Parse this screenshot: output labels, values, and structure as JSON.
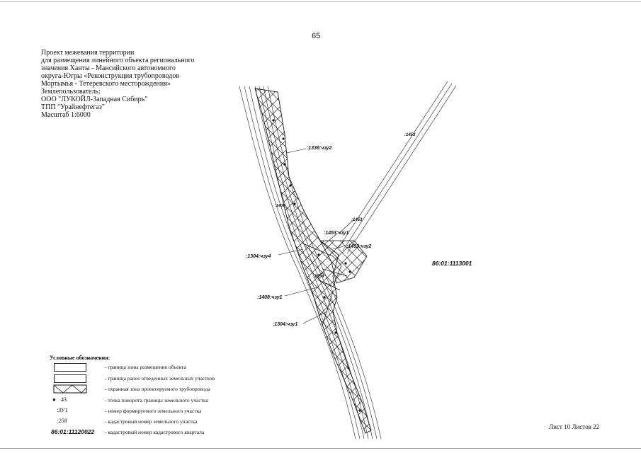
{
  "page_number": "65",
  "title_lines": [
    "Проект межевания территории",
    "для размещения линейного объекта регионального",
    "значения Ханты - Мансийского автономного",
    "округа-Югры «Реконструкция трубопроводов",
    "Мортымья - Тетеревского месторождения»",
    "Землепользователь:",
    "ООО \"ЛУКОЙЛ-Западная Сибирь\"",
    "ТПП \"Урайнефтегаз\"",
    "Масштаб 1:6000"
  ],
  "map_labels": {
    "quarter": "86:01:1113001",
    "l1336": ":1336:чзу2",
    "l1453_top": ":1453",
    "l1453_mid": ":1453",
    "l1453_czu1": ":1453:чзу1",
    "l1453_czu2": ":1453:чзу2",
    "l1304_czu4": ":1304:чзу4",
    "l1294": ":1294",
    "l1408_czu1": ":1408:чзу1",
    "l1304_czu1": ":1304:чзу1",
    "l1408": ":1408"
  },
  "legend": {
    "title": "Условные обозначения:",
    "items": [
      {
        "symbol": "",
        "text": "- граница зоны размещения объекта"
      },
      {
        "symbol": "",
        "text": "- граница ранее отведенных земельных участков"
      },
      {
        "symbol": "",
        "text": "- охранная зона проектируемого трубопровода"
      },
      {
        "symbol": "43",
        "text": "- точка поворота границы земельного участка"
      },
      {
        "symbol": ":ЗУ1",
        "text": "- номер формируемого земельного участка"
      },
      {
        "symbol": ":258",
        "text": "- кадастровый номер земельного участка"
      },
      {
        "symbol": "86:01:11120022",
        "text": "- кадастровый номер кадастрового квартала"
      }
    ]
  },
  "sheet_label": "Лист 10 Листов 22",
  "colors": {
    "ink": "#111111",
    "line": "#222222"
  }
}
